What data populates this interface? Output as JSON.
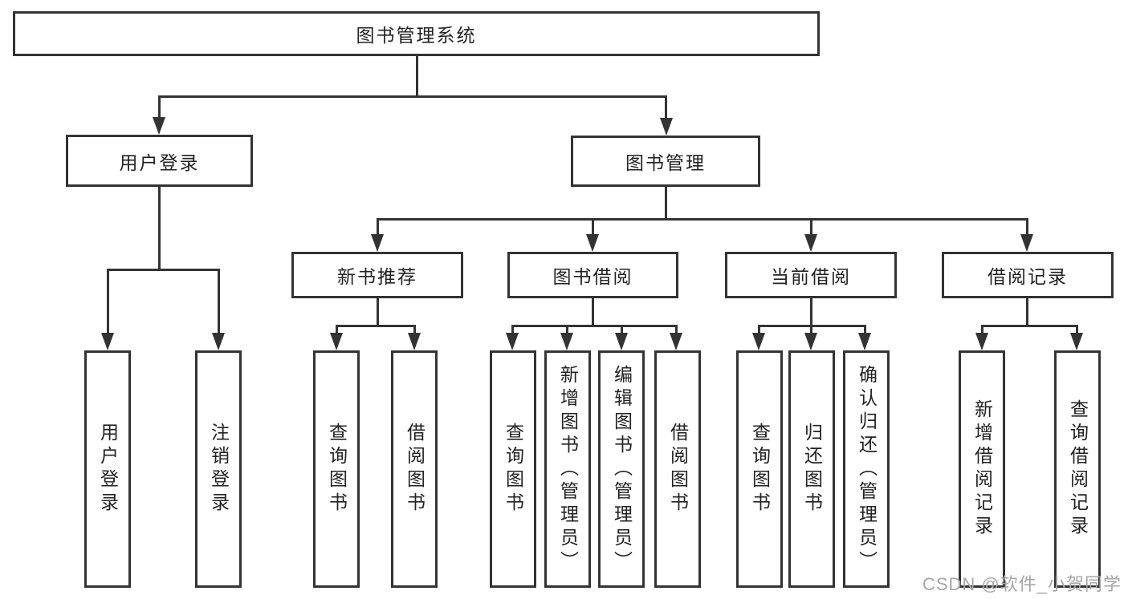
{
  "tree": {
    "root": "图书管理系统",
    "children": [
      {
        "label": "用户登录",
        "children": [
          {
            "label": "用户登录"
          },
          {
            "label": "注销登录"
          }
        ]
      },
      {
        "label": "图书管理",
        "children": [
          {
            "label": "新书推荐",
            "children": [
              {
                "label": "查询图书"
              },
              {
                "label": "借阅图书"
              }
            ]
          },
          {
            "label": "图书借阅",
            "children": [
              {
                "label": "查询图书"
              },
              {
                "label": "新增图书（管理员）"
              },
              {
                "label": "编辑图书（管理员）"
              },
              {
                "label": "借阅图书"
              }
            ]
          },
          {
            "label": "当前借阅",
            "children": [
              {
                "label": "查询图书"
              },
              {
                "label": "归还图书"
              },
              {
                "label": "确认归还（管理员）"
              }
            ]
          },
          {
            "label": "借阅记录",
            "children": [
              {
                "label": "新增借阅记录"
              },
              {
                "label": "查询借阅记录"
              }
            ]
          }
        ]
      }
    ]
  },
  "watermark": {
    "text": "CSDN @软件_小贺同学"
  },
  "colors": {
    "line": "#333333",
    "text": "#222222",
    "background": "#ffffff",
    "watermark": "#a6a6a6"
  }
}
